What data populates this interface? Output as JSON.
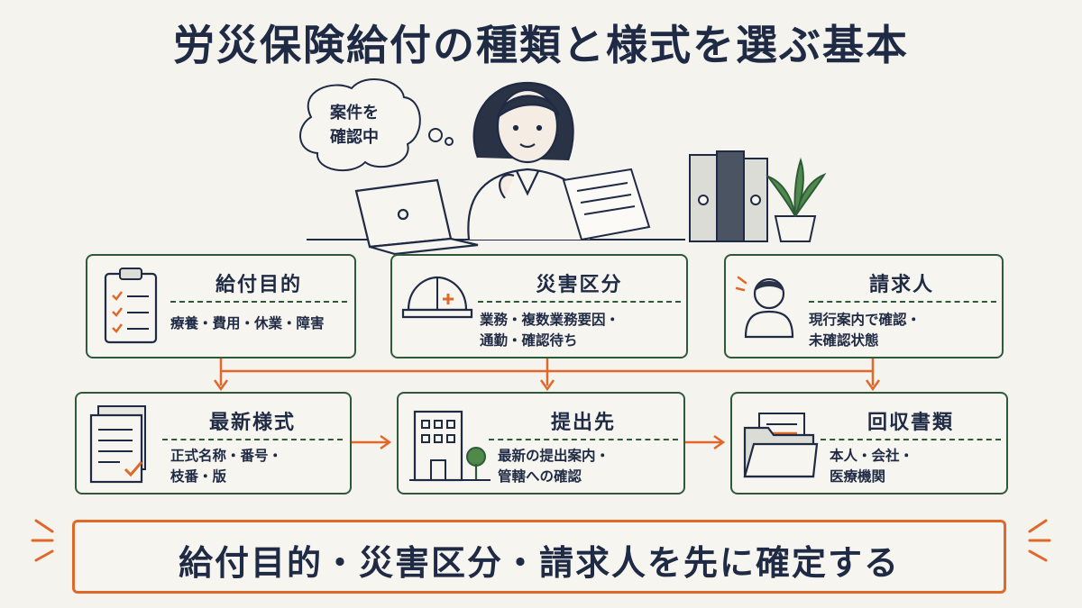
{
  "title": "労災保険給付の種類と様式を選ぶ基本",
  "thought_bubble": {
    "line1": "案件を",
    "line2": "確認中"
  },
  "cards": {
    "purpose": {
      "heading": "給付目的",
      "line1": "療養・費用・休業・障害",
      "line2": ""
    },
    "category": {
      "heading": "災害区分",
      "line1": "業務・複数業務要因・",
      "line2": "通勤・確認待ち"
    },
    "claimant": {
      "heading": "請求人",
      "line1": "現行案内で確認・",
      "line2": "未確認状態"
    },
    "form": {
      "heading": "最新様式",
      "line1": "正式名称・番号・",
      "line2": "枝番・版"
    },
    "dest": {
      "heading": "提出先",
      "line1": "最新の提出案内・",
      "line2": "管轄への確認"
    },
    "docs": {
      "heading": "回収書類",
      "line1": "本人・会社・",
      "line2": "医療機関"
    }
  },
  "banner": "給付目的・災害区分・請求人を先に確定する",
  "colors": {
    "accent": "#e0692a",
    "frame": "#2f5a3a",
    "text": "#1f2a44",
    "background": "#f5f3ee"
  }
}
